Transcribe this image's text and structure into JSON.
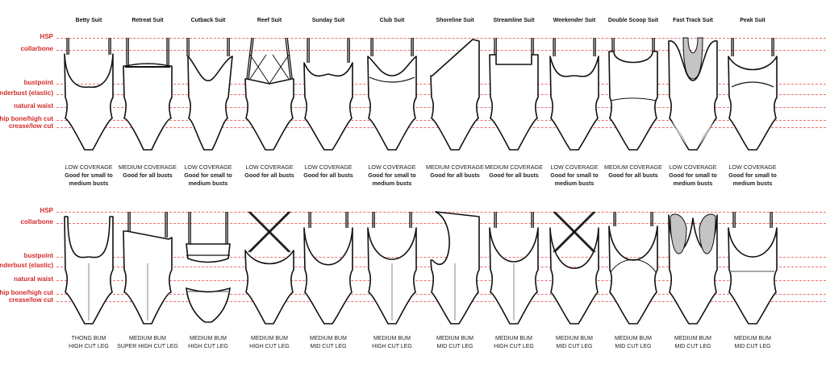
{
  "suits": [
    {
      "name": "Betty Suit",
      "coverage": "LOW COVERAGE",
      "fit_lines": [
        "Good for small to",
        "medium busts"
      ],
      "back_lines": [
        "THONG BUM",
        "HIGH CUT LEG"
      ]
    },
    {
      "name": "Retreat Suit",
      "coverage": "MEDIUM COVERAGE",
      "fit_lines": [
        "Good for all busts"
      ],
      "back_lines": [
        "MEDIUM BUM",
        "SUPER HIGH CUT LEG"
      ]
    },
    {
      "name": "Cutback Suit",
      "coverage": "LOW COVERAGE",
      "fit_lines": [
        "Good for small to",
        "medium busts"
      ],
      "back_lines": [
        "MEDIUM BUM",
        "HIGH CUT LEG"
      ]
    },
    {
      "name": "Reef Suit",
      "coverage": "LOW COVERAGE",
      "fit_lines": [
        "Good for all busts"
      ],
      "back_lines": [
        "MEDIUM BUM",
        "HIGH CUT LEG"
      ]
    },
    {
      "name": "Sunday Suit",
      "coverage": "LOW COVERAGE",
      "fit_lines": [
        "Good for all busts"
      ],
      "back_lines": [
        "MEDIUM BUM",
        "MID CUT LEG"
      ]
    },
    {
      "name": "Club Suit",
      "coverage": "LOW COVERAGE",
      "fit_lines": [
        "Good for small to",
        "medium busts"
      ],
      "back_lines": [
        "MEDIUM BUM",
        "HIGH CUT LEG"
      ]
    },
    {
      "name": "Shoreline Suit",
      "coverage": "MEDIUM COVERAGE",
      "fit_lines": [
        "Good for all busts"
      ],
      "back_lines": [
        "MEDIUM BUM",
        "MID CUT LEG"
      ]
    },
    {
      "name": "Streamline Suit",
      "coverage": "MEDIUM COVERAGE",
      "fit_lines": [
        "Good for all busts"
      ],
      "back_lines": [
        "MEDIUM BUM",
        "HIGH CUT LEG"
      ]
    },
    {
      "name": "Weekender Suit",
      "coverage": "LOW COVERAGE",
      "fit_lines": [
        "Good for small to",
        "medium busts"
      ],
      "back_lines": [
        "MEDIUM BUM",
        "MID CUT LEG"
      ]
    },
    {
      "name": "Double Scoop Suit",
      "coverage": "MEDIUM COVERAGE",
      "fit_lines": [
        "Good for all busts"
      ],
      "back_lines": [
        "MEDIUM BUM",
        "MID CUT LEG"
      ]
    },
    {
      "name": "Fast Track Suit",
      "coverage": "LOW COVERAGE",
      "fit_lines": [
        "Good for small to",
        "medium busts"
      ],
      "back_lines": [
        "MEDIUM BUM",
        "MID CUT LEG"
      ]
    },
    {
      "name": "Peak Suit",
      "coverage": "LOW COVERAGE",
      "fit_lines": [
        "Good for small to",
        "medium busts"
      ],
      "back_lines": [
        "MEDIUM BUM",
        "MID CUT LEG"
      ]
    }
  ],
  "guides": [
    "HSP",
    "collarbone",
    "bustpoint",
    "underbust (elastic)",
    "natural waist",
    "hip bone/high cut",
    "crease/low cut"
  ],
  "colors": {
    "guide_line": "#ee6f6f",
    "guide_label": "#d42a2a",
    "outline": "#111111",
    "panel_fill": "#c4c4c4"
  }
}
